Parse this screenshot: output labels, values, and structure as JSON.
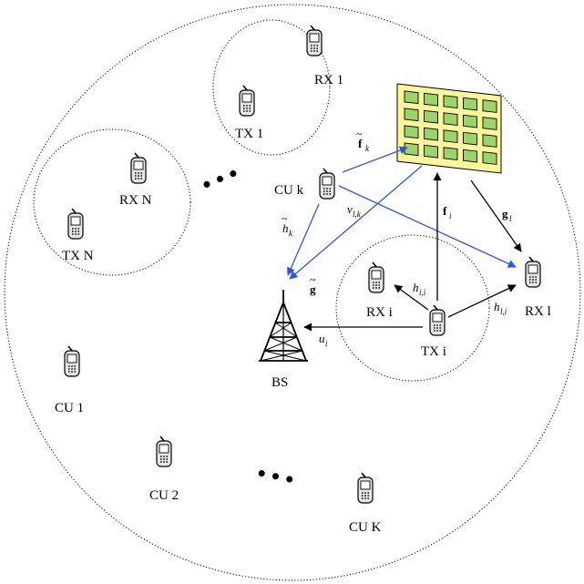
{
  "nodes": {
    "rx1": "RX 1",
    "tx1": "TX 1",
    "rxN": "RX N",
    "txN": "TX N",
    "cuk": "CU k",
    "rxi": "RX i",
    "txi": "TX i",
    "rxl": "RX l",
    "bs": "BS",
    "cu1": "CU 1",
    "cu2": "CU 2",
    "cuK": "CU K"
  },
  "symbols": {
    "f_k": {
      "base": "f",
      "sub": "k"
    },
    "f_i": {
      "base": "f",
      "sub": "i"
    },
    "g_l": {
      "base": "g",
      "sub": "l"
    },
    "g": {
      "base": "g"
    },
    "h_k": {
      "base": "h",
      "sub": "k"
    },
    "v_lk": {
      "base": "v",
      "sub": "l,k"
    },
    "h_ii": {
      "base": "h",
      "sub": "i,i"
    },
    "h_li": {
      "base": "h",
      "sub": "l,i"
    },
    "u_i": {
      "base": "u",
      "sub": "i"
    }
  },
  "ellipsis": "• • •",
  "colors": {
    "blue_link": "#2f55e0",
    "black_link": "#000000",
    "irs_fill": "#fff59a",
    "irs_element": "#9bd468",
    "phone_body": "#e6e6e6"
  },
  "icons": [
    "phone-icon",
    "base-station-tower-icon",
    "irs-panel-icon"
  ]
}
